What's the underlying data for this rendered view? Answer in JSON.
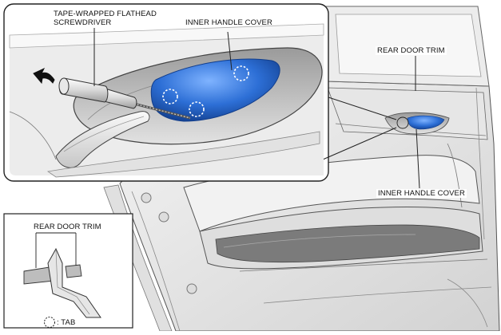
{
  "labels": {
    "screwdriver_line1": "TAPE-WRAPPED FLATHEAD",
    "screwdriver_line2": "SCREWDRIVER",
    "inner_handle_cover_top": "INNER HANDLE COVER",
    "rear_door_trim_main": "REAR DOOR TRIM",
    "inner_handle_cover_right": "INNER HANDLE COVER",
    "rear_door_trim_inset": "REAR DOOR TRIM",
    "tab_legend": ": TAB"
  },
  "colors": {
    "cover_blue": "#2d6fd6",
    "line": "#222222"
  },
  "icons": {
    "removal_arrow": "curved-arrow-icon",
    "tab_marker": "dashed-circle-icon"
  }
}
